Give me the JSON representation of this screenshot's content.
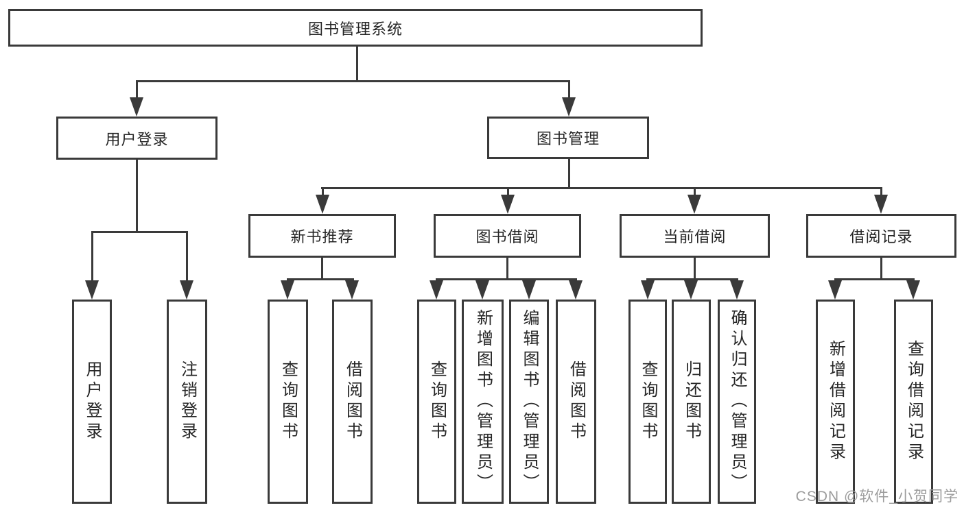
{
  "diagram": {
    "root": {
      "label": "图书管理系统"
    },
    "level2": {
      "user_login": {
        "label": "用户登录"
      },
      "book_mgmt": {
        "label": "图书管理"
      }
    },
    "level3": {
      "new_book": {
        "label": "新书推荐"
      },
      "book_borrow": {
        "label": "图书借阅"
      },
      "current_borrow": {
        "label": "当前借阅"
      },
      "borrow_record": {
        "label": "借阅记录"
      }
    },
    "leaves": {
      "user_login_leaf": {
        "label": "用户登录"
      },
      "logout": {
        "label": "注销登录"
      },
      "nb_query": {
        "label": "查询图书"
      },
      "nb_borrow": {
        "label": "借阅图书"
      },
      "bb_query": {
        "label": "查询图书"
      },
      "bb_add": {
        "label": "新增图书（管理员）"
      },
      "bb_edit": {
        "label": "编辑图书（管理员）"
      },
      "bb_borrow": {
        "label": "借阅图书"
      },
      "cb_query": {
        "label": "查询图书"
      },
      "cb_return": {
        "label": "归还图书"
      },
      "cb_confirm": {
        "label": "确认归还（管理员）"
      },
      "br_add": {
        "label": "新增借阅记录"
      },
      "br_query": {
        "label": "查询借阅记录"
      }
    },
    "colors": {
      "line": "#3a3a3a",
      "text": "#262626",
      "background": "#ffffff",
      "watermark": "#9c9c9c"
    }
  },
  "watermark": {
    "text": "CSDN @软件_小贺同学"
  }
}
